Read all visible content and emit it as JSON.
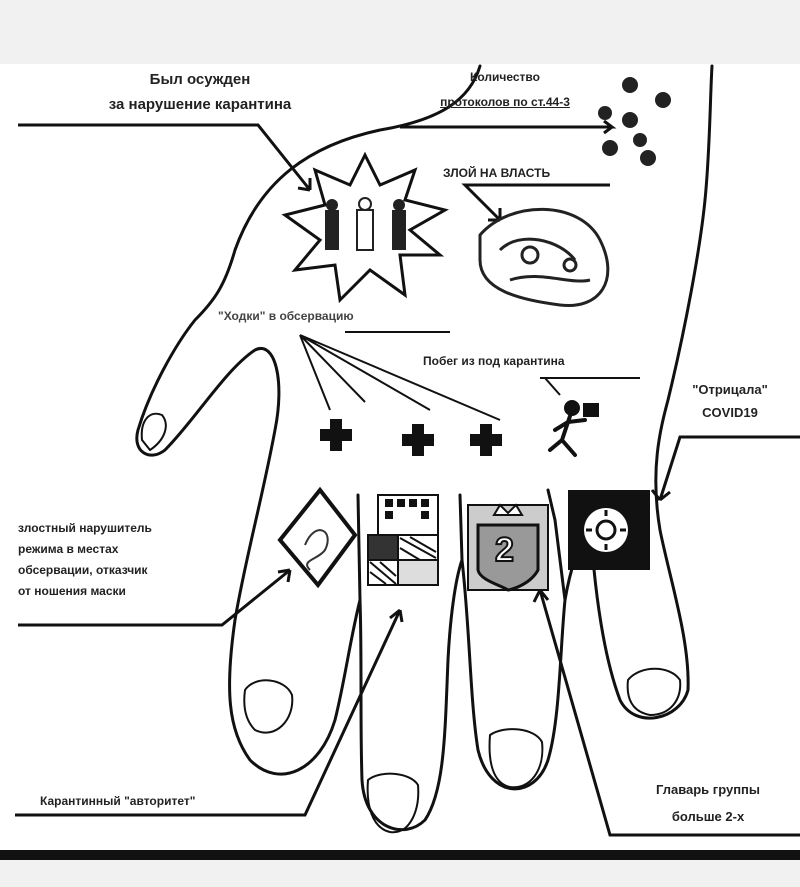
{
  "labels": {
    "convicted_line1": "Был осужден",
    "convicted_line2": "за нарушение карантина",
    "protocols_line1": "Количество",
    "protocols_line2": "протоколов по ст.44-3",
    "evil": "ЗЛОЙ НА ВЛАСТЬ",
    "walks": "\"Ходки\" в обсервацию",
    "escape": "Побег из под карантина",
    "denier_line1": "\"Отрицала\"",
    "denier_line2": "COVID19",
    "violator_line1": "злостный нарушитель",
    "violator_line2": "режима в местах",
    "violator_line3": "обсервации, отказчик",
    "violator_line4": "от ношения маски",
    "authority": "Карантинный \"авторитет\"",
    "leader_line1": "Главарь группы",
    "leader_line2": "больше 2-х",
    "ring_number": "2"
  },
  "protocol_dots_count": 7,
  "observation_crosses_count": 3
}
